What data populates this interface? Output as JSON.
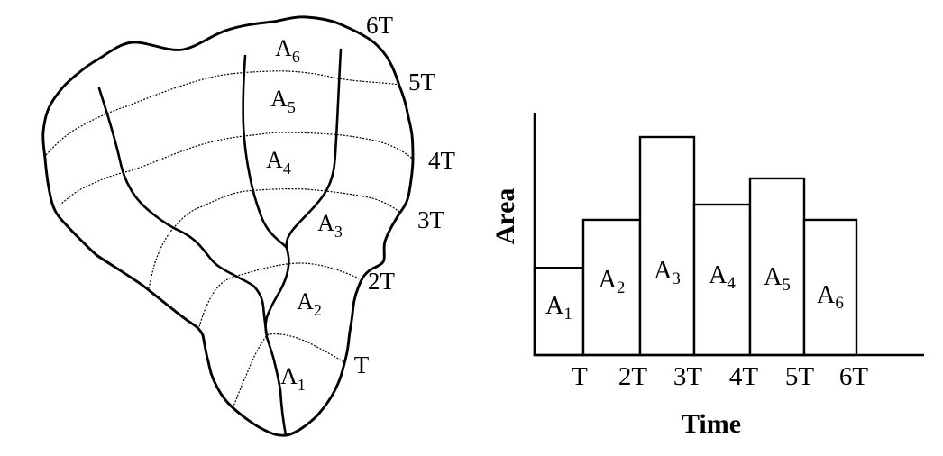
{
  "watershed": {
    "zone_labels": [
      {
        "base": "A",
        "sub": "1"
      },
      {
        "base": "A",
        "sub": "2"
      },
      {
        "base": "A",
        "sub": "3"
      },
      {
        "base": "A",
        "sub": "4"
      },
      {
        "base": "A",
        "sub": "5"
      },
      {
        "base": "A",
        "sub": "6"
      }
    ],
    "isochrone_labels": [
      "T",
      "2T",
      "3T",
      "4T",
      "5T",
      "6T"
    ]
  },
  "chart_data": {
    "type": "bar",
    "categories": [
      "T",
      "2T",
      "3T",
      "4T",
      "5T",
      "6T"
    ],
    "series": [
      {
        "name": "Area",
        "values": [
          0.4,
          0.62,
          1.0,
          0.69,
          0.81,
          0.62
        ]
      }
    ],
    "bar_labels": [
      {
        "base": "A",
        "sub": "1"
      },
      {
        "base": "A",
        "sub": "2"
      },
      {
        "base": "A",
        "sub": "3"
      },
      {
        "base": "A",
        "sub": "4"
      },
      {
        "base": "A",
        "sub": "5"
      },
      {
        "base": "A",
        "sub": "6"
      }
    ],
    "xlabel": "Time",
    "ylabel": "Area",
    "ylim": [
      0,
      1.12
    ],
    "value_units": "relative bar heights (y-axis has no numeric ticks)",
    "grid": false,
    "legend": false
  },
  "colors": {
    "ink": "#000000",
    "background": "#ffffff"
  }
}
